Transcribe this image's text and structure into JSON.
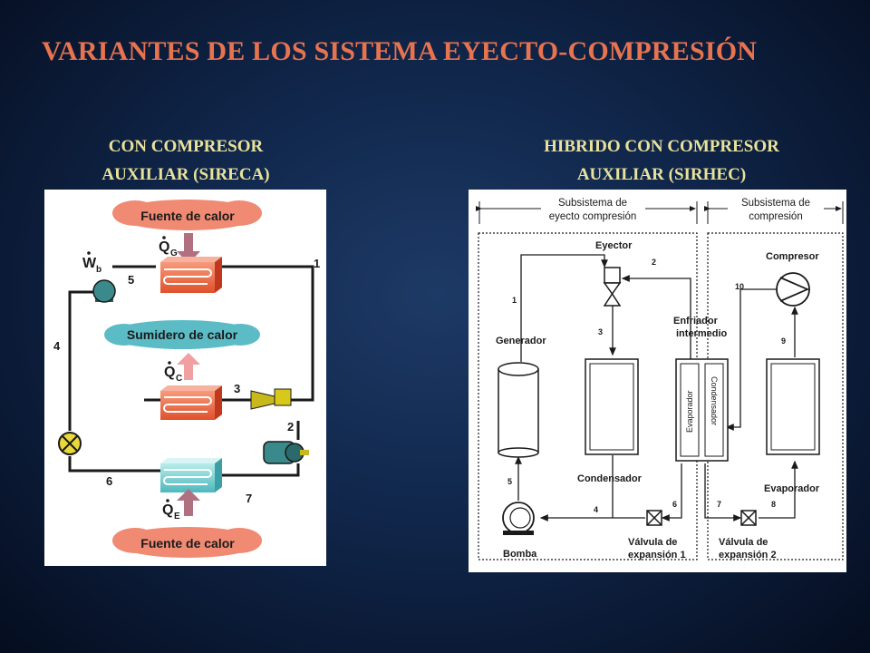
{
  "title": "VARIANTES DE LOS SISTEMA EYECTO-COMPRESIÓN",
  "left": {
    "subtitle_line1": "CON COMPRESOR",
    "subtitle_line2": "AUXILIAR (SIRECA)",
    "diagram": {
      "heat_source_top": "Fuente de calor",
      "heat_sink": "Sumidero de calor",
      "heat_source_bottom": "Fuente de calor",
      "q_generator": "Q",
      "q_generator_sub": "G",
      "q_condenser": "Q",
      "q_condenser_sub": "C",
      "q_evaporator": "Q",
      "q_evaporator_sub": "E",
      "work": "W",
      "work_sub": "b",
      "point_1": "1",
      "point_2": "2",
      "point_3": "3",
      "point_4": "4",
      "point_5": "5",
      "point_6": "6",
      "point_7": "7"
    }
  },
  "right": {
    "subtitle_line1": "HIBRIDO CON COMPRESOR",
    "subtitle_line2": "AUXILIAR (SIRHEC)",
    "diagram": {
      "subsystem1_line1": "Subsistema de",
      "subsystem1_line2": "eyecto compresión",
      "subsystem2_line1": "Subsistema de",
      "subsystem2_line2": "compresión",
      "ejector": "Eyector",
      "generator": "Generador",
      "condenser": "Condensador",
      "intercooler_line1": "Enfriador",
      "intercooler_line2": "intermedio",
      "inner_evaporator": "Evaporador",
      "inner_condenser": "Condensador",
      "compressor": "Compresor",
      "evaporator": "Evaporador",
      "pump": "Bomba",
      "valve1_line1": "Válvula de",
      "valve1_line2": "expansión 1",
      "valve2_line1": "Válvula de",
      "valve2_line2": "expansión 2",
      "point_1": "1",
      "point_2": "2",
      "point_3": "3",
      "point_4": "4",
      "point_5": "5",
      "point_6": "6",
      "point_7": "7",
      "point_8": "8",
      "point_9": "9",
      "point_10": "10"
    }
  }
}
